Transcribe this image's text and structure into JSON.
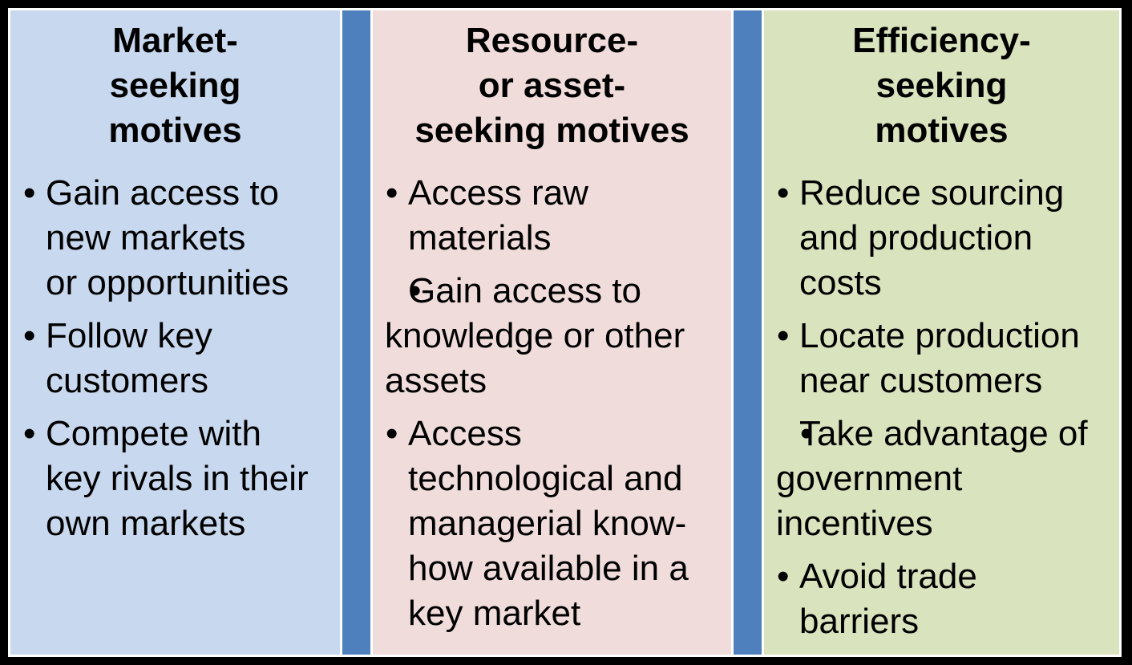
{
  "bullet_char": "•",
  "colors": {
    "border": "#000000",
    "gap": "#ffffff",
    "divider": "#4e80bd",
    "column1_bg": "#c8d8ee",
    "column2_bg": "#f0dddb",
    "column3_bg": "#d9e3be",
    "text": "#000000"
  },
  "columns": [
    {
      "title": "Market-\nseeking\nmotives",
      "bullets": [
        {
          "text": "Gain access to\nnew markets\nor opportunities"
        },
        {
          "text": "Follow key\ncustomers"
        },
        {
          "text": "Compete with\nkey rivals in their\nown markets"
        }
      ]
    },
    {
      "title": "Resource-\nor asset-\nseeking motives",
      "bullets": [
        {
          "text": "Access raw\nmaterials"
        },
        {
          "text": "Gain access to\nknowledge or other\nassets"
        },
        {
          "text": "Access\ntechnological and\nmanagerial know-\nhow available in a\nkey market"
        }
      ]
    },
    {
      "title": "Efficiency-\nseeking\nmotives",
      "bullets": [
        {
          "text": "Reduce sourcing\nand production\ncosts"
        },
        {
          "text": "Locate production\nnear customers"
        },
        {
          "text": "Take advantage of\ngovernment\nincentives"
        },
        {
          "text": "Avoid trade\nbarriers"
        }
      ]
    }
  ]
}
